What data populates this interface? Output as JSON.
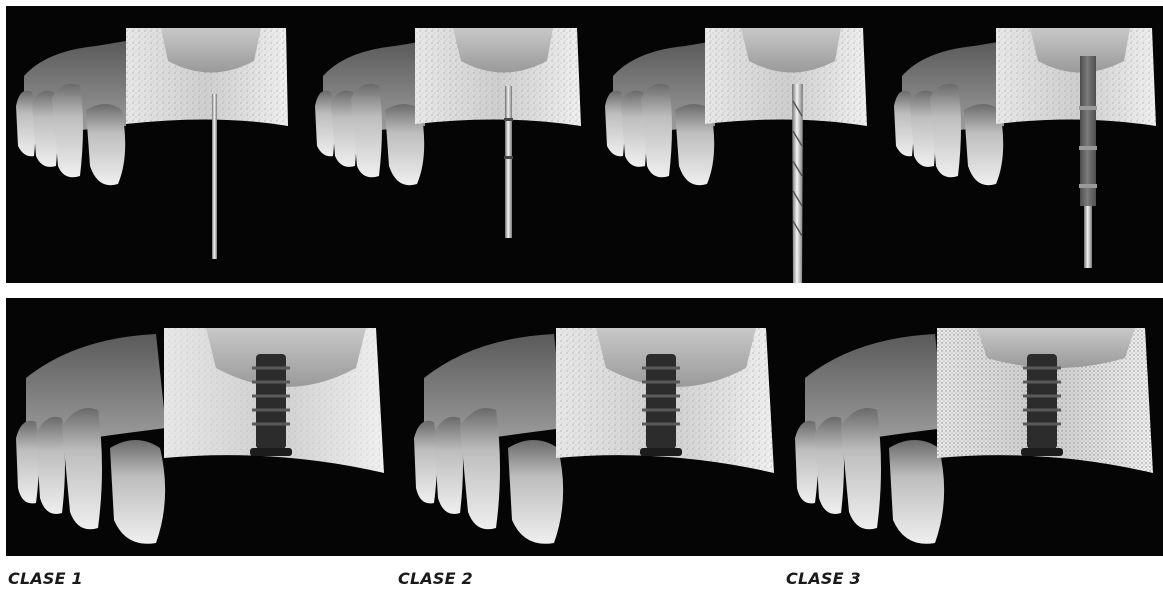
{
  "figure": {
    "top_row": {
      "panels": [
        {
          "instrument": "thin-pilot-drill"
        },
        {
          "instrument": "pilot-drill-with-stop"
        },
        {
          "instrument": "twist-drill"
        },
        {
          "instrument": "stepped-drill"
        }
      ]
    },
    "bottom_row": {
      "panels": [
        {
          "bone": "dense"
        },
        {
          "bone": "medium"
        },
        {
          "bone": "porous"
        }
      ]
    },
    "captions": [
      "CLASE 1",
      "CLASE 2",
      "CLASE 3"
    ]
  },
  "colors": {
    "background": "#050505",
    "bone": "#dcdcdc",
    "tooth": "#d8d8d8",
    "canal": "#a6a6a6",
    "caption": "#1a1a1a"
  }
}
